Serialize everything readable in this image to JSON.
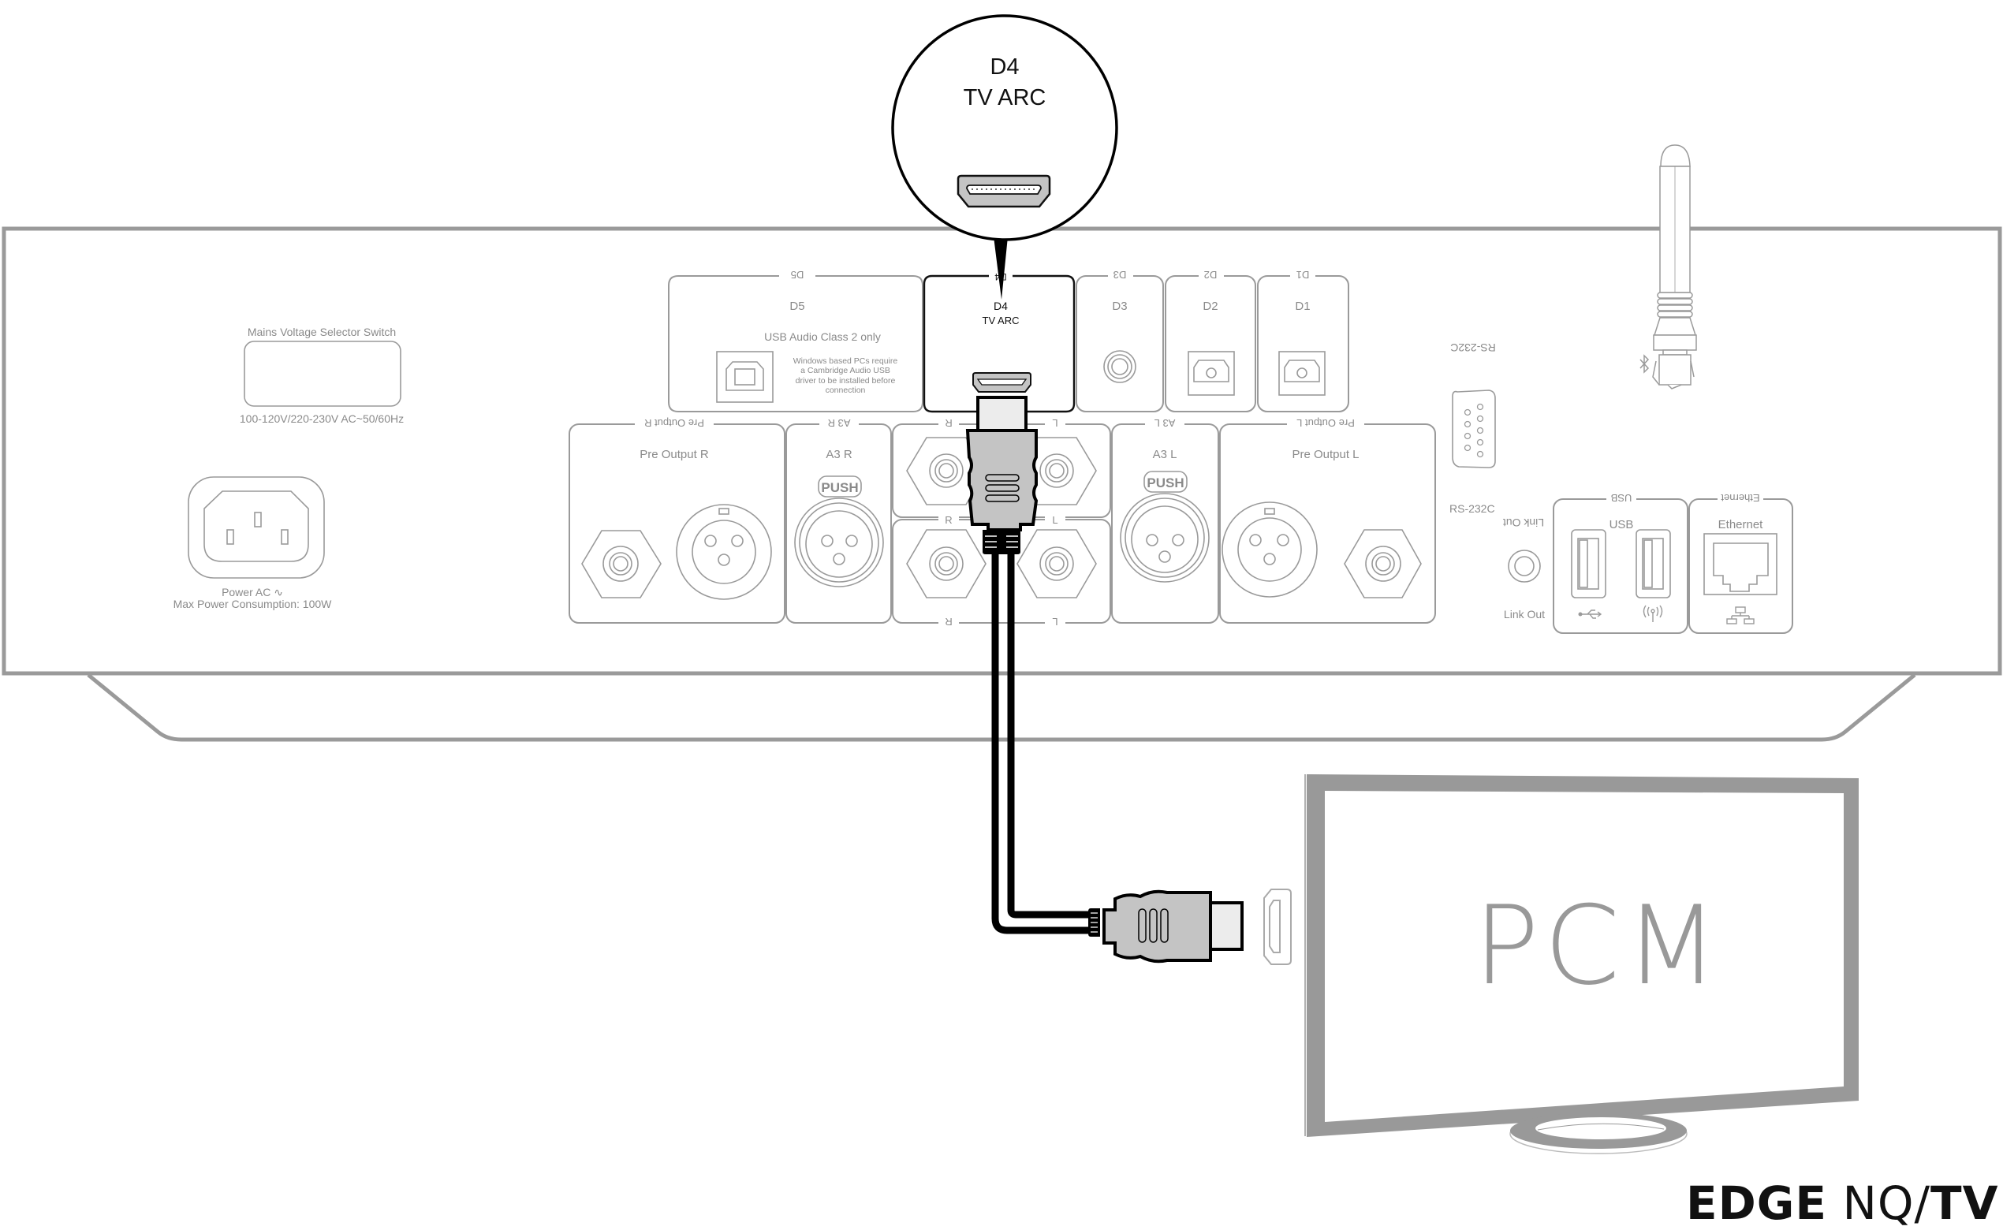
{
  "callout": {
    "title": "D4",
    "subtitle": "TV ARC"
  },
  "mains": {
    "title": "Mains Voltage Selector Switch",
    "spec": "100-120V/220-230V AC~50/60Hz"
  },
  "power": {
    "label": "Power AC ∿",
    "max": "Max Power Consumption: 100W"
  },
  "digital_inputs": [
    {
      "id": "D5",
      "mirror": "D5",
      "label": "D5",
      "sub": "USB Audio Class 2 only",
      "note": [
        "Windows based PCs require",
        "a Cambridge Audio USB",
        "driver to be installed before",
        "connection"
      ],
      "connector": "usb-b"
    },
    {
      "id": "D4",
      "mirror": "D4",
      "label": "D4",
      "sub": "TV ARC",
      "connector": "hdmi",
      "highlighted": true
    },
    {
      "id": "D3",
      "mirror": "D3",
      "label": "D3",
      "connector": "coaxial"
    },
    {
      "id": "D2",
      "mirror": "D2",
      "label": "D2",
      "connector": "optical"
    },
    {
      "id": "D1",
      "mirror": "D1",
      "label": "D1",
      "connector": "optical"
    }
  ],
  "analog": {
    "pre_out_r": {
      "label": "Pre Output R",
      "mirror": "Pre Output R"
    },
    "a3_r": {
      "label": "A3 R",
      "mirror": "A3 R",
      "push": "PUSH"
    },
    "rca": {
      "top_r": "R",
      "top_l": "L",
      "mid_r": "R",
      "mid_l": "L",
      "bot_r": "R",
      "bot_l": "L"
    },
    "a3_l": {
      "label": "A3 L",
      "mirror": "A3 L",
      "push": "PUSH"
    },
    "pre_out_l": {
      "label": "Pre Output L",
      "mirror": "Pre Output L"
    }
  },
  "rs232": {
    "label": "RS-232C",
    "mirror": "RS-232C"
  },
  "link_out": {
    "label": "Link Out",
    "mirror": "Link Out"
  },
  "usb": {
    "label": "USB",
    "mirror": "USB"
  },
  "ethernet": {
    "label": "Ethernet",
    "mirror": "Ethernet"
  },
  "tv": {
    "screen_text": "PCM"
  },
  "logo": {
    "brand": "EDGE",
    "model": "NQ",
    "slash": "/",
    "suffix": "TV"
  },
  "colors": {
    "outline": "#9a9a9a",
    "cable": "#000000",
    "plug": "#c4c4c4",
    "plug_tip": "#ececec",
    "tv_bezel": "#999999"
  }
}
